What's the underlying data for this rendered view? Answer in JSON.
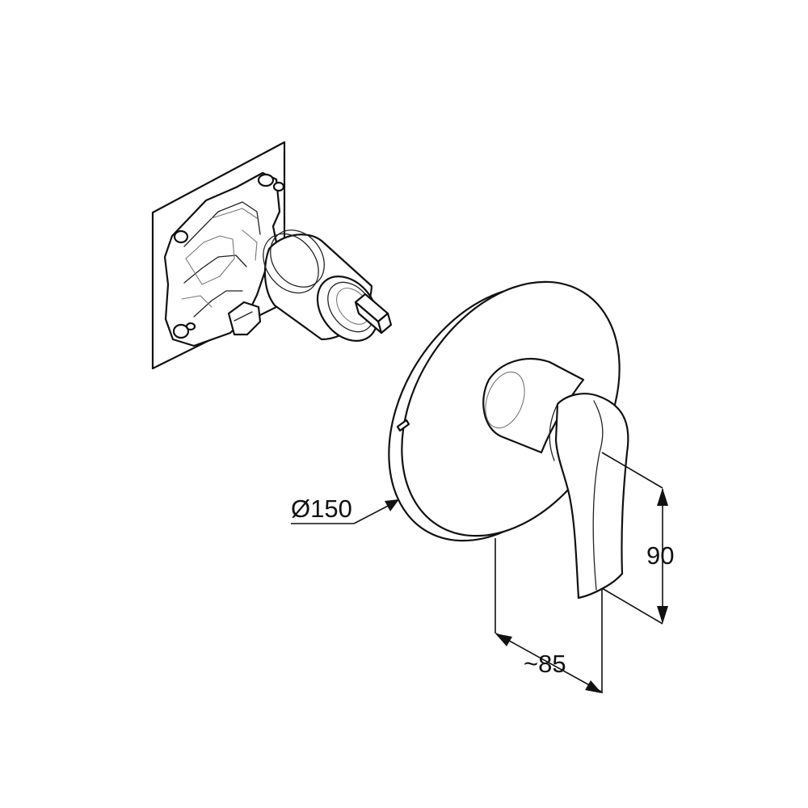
{
  "dimensions": {
    "diameter": "Ø150",
    "height": "90",
    "depth": "~85"
  }
}
